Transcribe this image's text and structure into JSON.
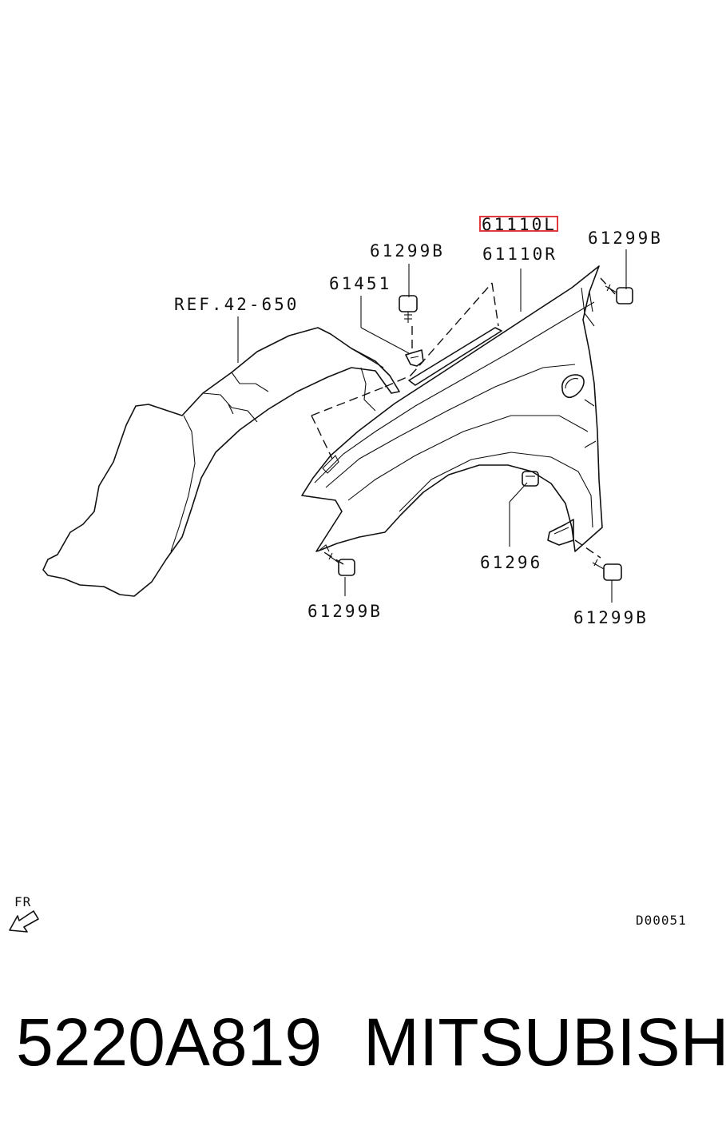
{
  "labels": {
    "highlighted_part": "61110L",
    "fender_right": "61110R",
    "bolt_top_right": "61299B",
    "bolt_top_center": "61299B",
    "clip": "61451",
    "liner_ref": "REF.42-650",
    "nut": "61296",
    "bolt_bottom_left": "61299B",
    "bolt_bottom_right": "61299B",
    "direction": "FR",
    "diagram_code": "D00051"
  },
  "footer": {
    "part_number": "5220A819",
    "brand": "MITSUBISHI"
  },
  "colors": {
    "highlight": "#e0393e",
    "line": "#111111"
  },
  "icons": [
    "front-direction-arrow-icon",
    "bolt-icon",
    "clip-icon",
    "nut-icon"
  ]
}
